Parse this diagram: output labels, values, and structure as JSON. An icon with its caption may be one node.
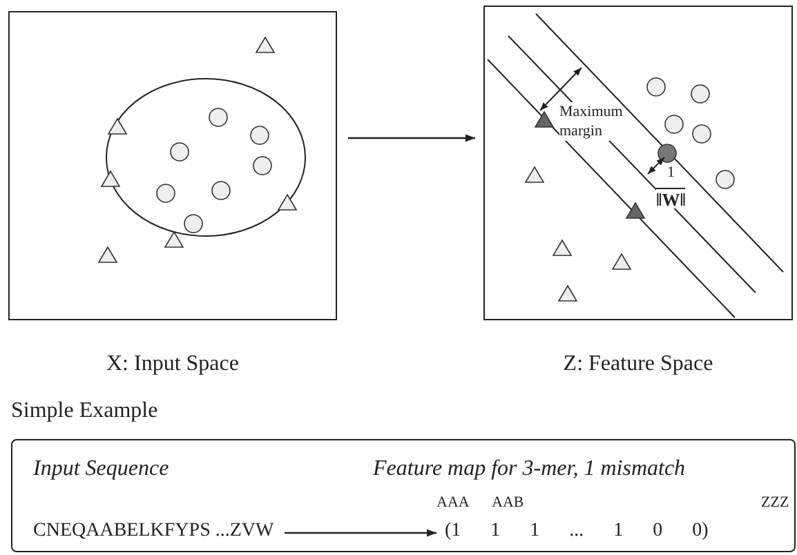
{
  "diagram": {
    "nodes": [
      {
        "text": [
          "X: Input Space"
        ]
      },
      {
        "text": [
          "Z: Feature Space"
        ]
      },
      {
        "text": [
          "Simple Example",
          "Input Sequence",
          "Feature map for 3-mer, 1 mismatch"
        ]
      },
      {
        "text": [
          "CNEQAABELKFYPS ...ZVW"
        ],
        "in": 2
      },
      {
        "text": [
          "(1 1 1 ... 1 0 0)"
        ],
        "in": 2
      }
    ],
    "edges": [
      {
        "from": 0,
        "to": 1,
        "arrow": "to"
      },
      {
        "from": 3,
        "to": 4,
        "arrow": "to"
      }
    ],
    "labels": [
      "Maximum margin",
      "1",
      "‖W‖",
      "AAA",
      "AAB",
      "ZZZ"
    ]
  }
}
